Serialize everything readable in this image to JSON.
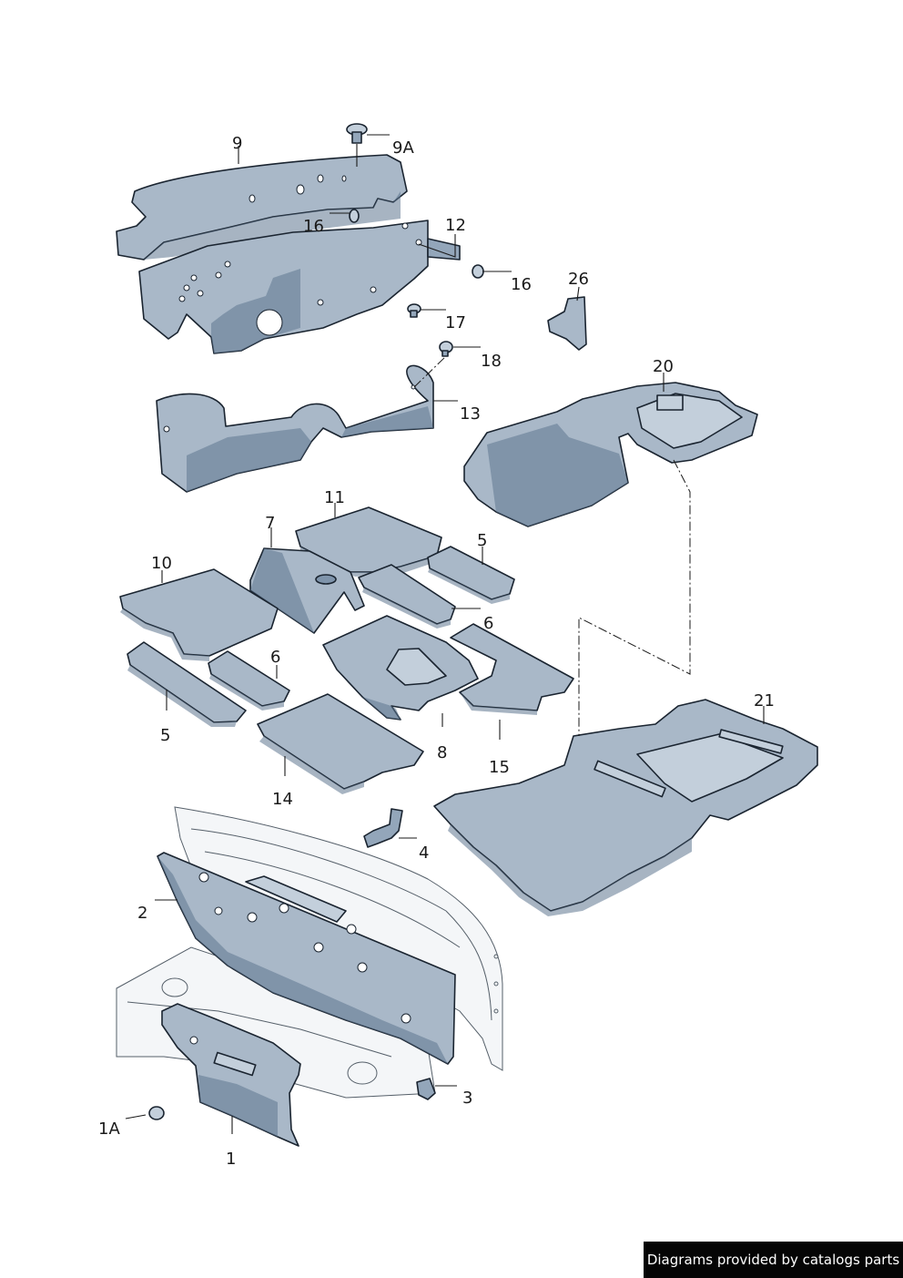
{
  "callouts": {
    "c1": "1",
    "c1a": "1A",
    "c2": "2",
    "c3": "3",
    "c4": "4",
    "c5a": "5",
    "c5b": "5",
    "c6a": "6",
    "c6b": "6",
    "c7": "7",
    "c8": "8",
    "c9": "9",
    "c9a": "9A",
    "c10": "10",
    "c11": "11",
    "c12": "12",
    "c13": "13",
    "c14": "14",
    "c15": "15",
    "c16a": "16",
    "c16b": "16",
    "c17": "17",
    "c18": "18",
    "c20": "20",
    "c21": "21",
    "c26": "26"
  },
  "credit": "Diagrams provided by catalogs parts",
  "colors": {
    "part_fill": "#a9b8c8",
    "outline": "#1a2430",
    "credit_bg": "#050505"
  }
}
